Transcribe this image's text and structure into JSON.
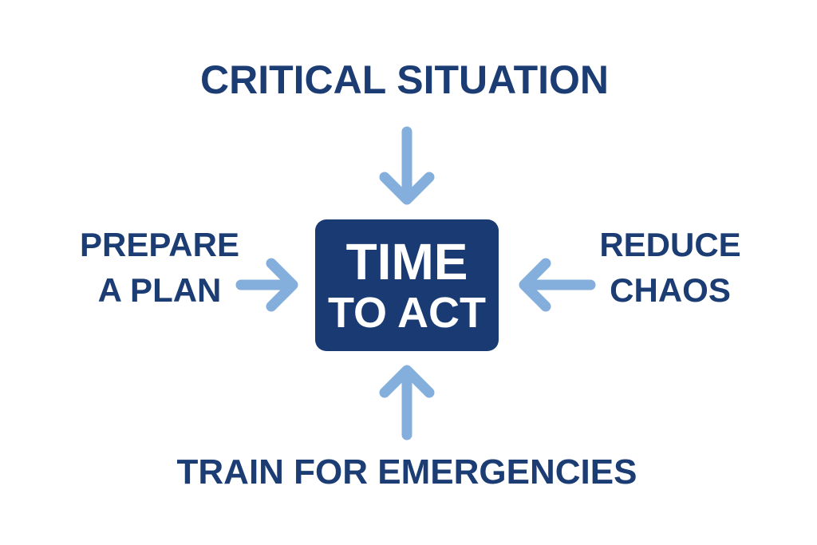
{
  "center": {
    "line1": "TIME",
    "line2": "TO ACT"
  },
  "top_label": "CRITICAL SITUATION",
  "left_label": {
    "line1": "PREPARE",
    "line2": "A PLAN"
  },
  "right_label": {
    "line1": "REDUCE",
    "line2": "CHAOS"
  },
  "bottom_label": "TRAIN FOR EMERGENCIES",
  "colors": {
    "primary": "#193a73",
    "arrow": "#84aedc",
    "text": "#1c3c74"
  }
}
